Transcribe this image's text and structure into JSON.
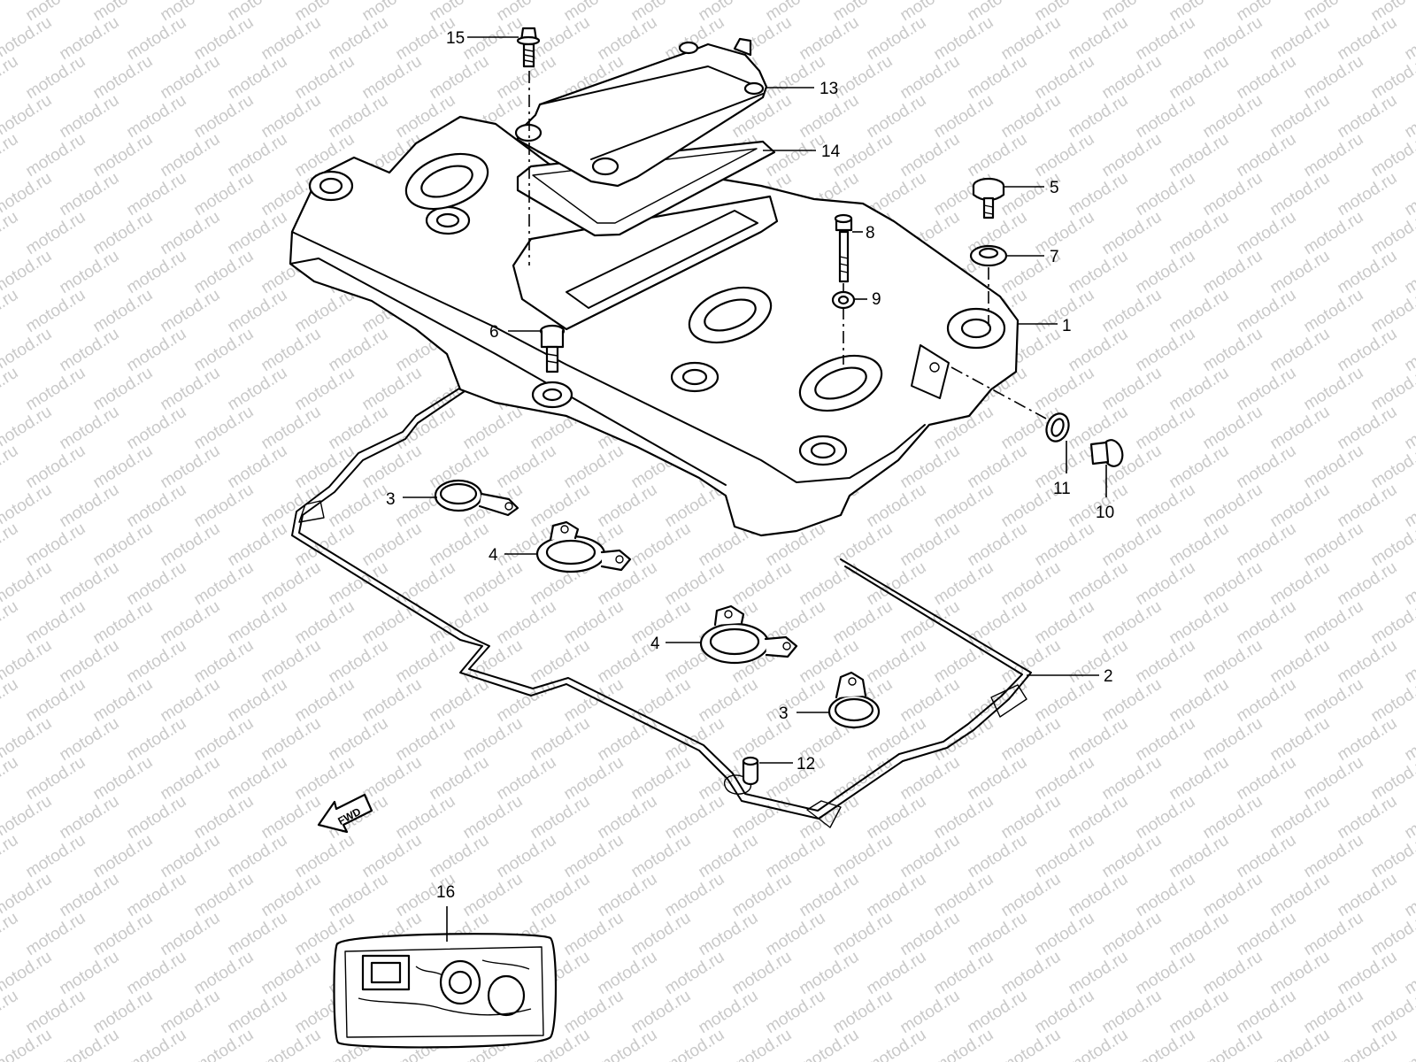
{
  "watermark": {
    "text": "motod.ru"
  },
  "fwd_label": "FWD",
  "callouts": {
    "c1": "1",
    "c2": "2",
    "c3a": "3",
    "c3b": "3",
    "c4a": "4",
    "c4b": "4",
    "c5": "5",
    "c6": "6",
    "c7": "7",
    "c8": "8",
    "c9": "9",
    "c10": "10",
    "c11": "11",
    "c12": "12",
    "c13": "13",
    "c14": "14",
    "c15": "15",
    "c16": "16"
  }
}
